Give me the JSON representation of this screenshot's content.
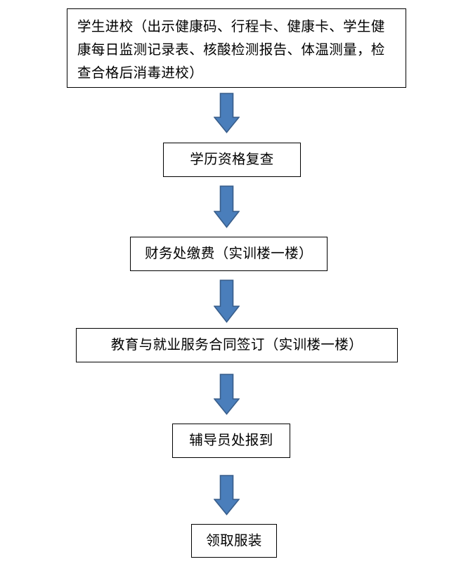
{
  "document": {
    "title": "学生进校报到流程图",
    "type": "flowchart",
    "orientation": "vertical-top-down",
    "background_color": "#FFFFFF"
  },
  "style": {
    "box_border_color": "#000000",
    "box_fill_color": "#FFFFFF",
    "arrow_fill_color": "#4A7EBB",
    "arrow_border_color": "#385D8A",
    "text_color": "#000000"
  },
  "nodes": [
    {
      "id": "node-1",
      "name": "student-entry",
      "label": "学生进校（出示健康码、行程卡、健康卡、学生健康每日监测记录表、核酸检测报告、体温测量，检查合格后消毒进校）",
      "step": 1
    },
    {
      "id": "node-2",
      "name": "education-qualification-review",
      "label": "学历资格复查",
      "step": 2
    },
    {
      "id": "node-3",
      "name": "finance-payment",
      "label": "财务处缴费（实训楼一楼）",
      "step": 3
    },
    {
      "id": "node-4",
      "name": "service-contract-signing",
      "label": "教育与就业服务合同签订（实训楼一楼）",
      "step": 4
    },
    {
      "id": "node-5",
      "name": "counselor-registration",
      "label": "辅导员处报到",
      "step": 5
    },
    {
      "id": "node-6",
      "name": "uniform-collection",
      "label": "领取服装",
      "step": 6
    }
  ],
  "connectors": [
    {
      "id": "arrow-1",
      "from": "node-1",
      "to": "node-2",
      "direction": "down"
    },
    {
      "id": "arrow-2",
      "from": "node-2",
      "to": "node-3",
      "direction": "down"
    },
    {
      "id": "arrow-3",
      "from": "node-3",
      "to": "node-4",
      "direction": "down"
    },
    {
      "id": "arrow-4",
      "from": "node-4",
      "to": "node-5",
      "direction": "down"
    },
    {
      "id": "arrow-5",
      "from": "node-5",
      "to": "node-6",
      "direction": "down"
    }
  ]
}
